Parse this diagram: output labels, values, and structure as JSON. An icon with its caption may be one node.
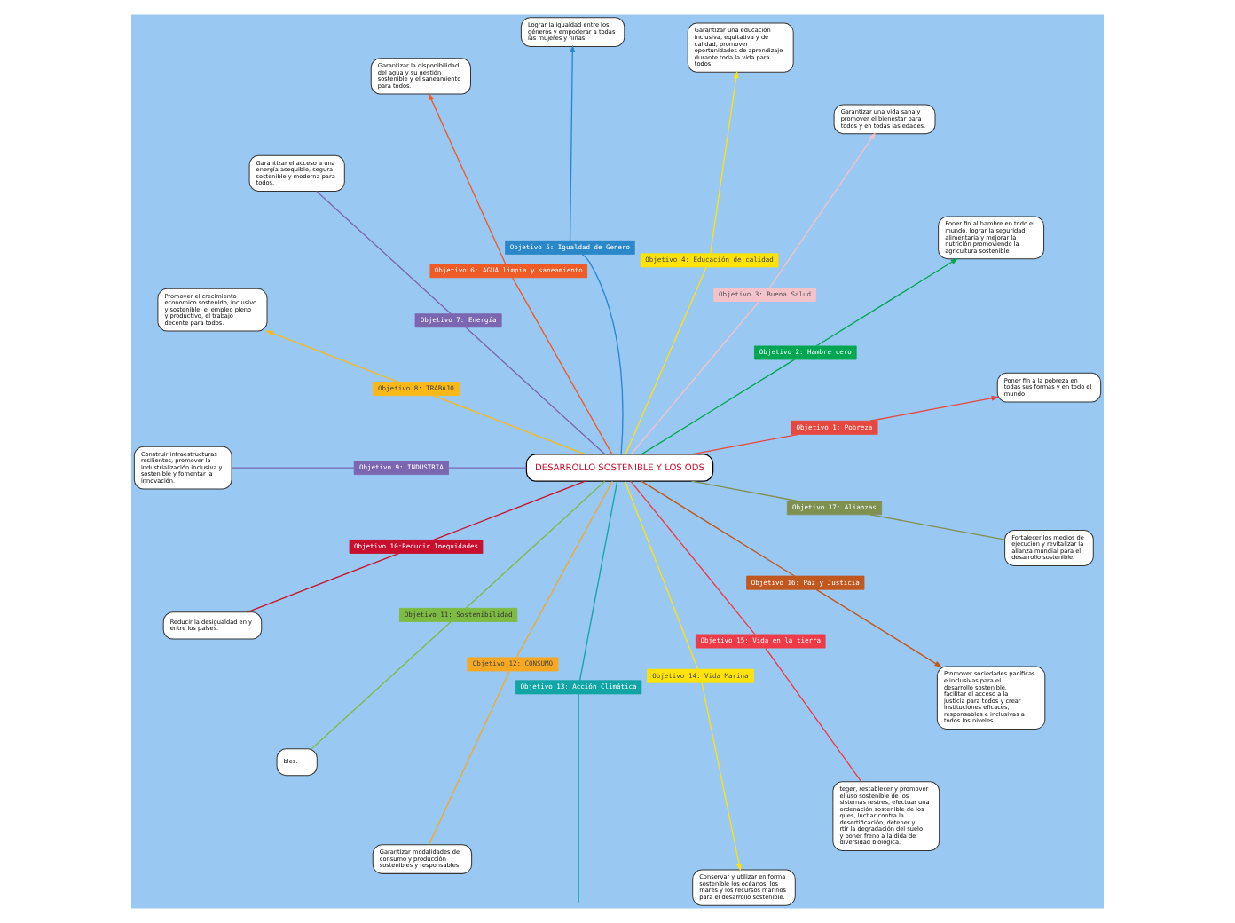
{
  "diagram": {
    "nodes": [
      {
        "text": [
          "DESARROLLO SOSTENIBLE Y LOS ODS"
        ]
      },
      {
        "text": [
          "Objetivo 1: Pobreza"
        ]
      },
      {
        "text": [
          "Objetivo 2: Hambre cero"
        ]
      },
      {
        "text": [
          "Objetivo 3: Buena Salud"
        ]
      },
      {
        "text": [
          "Objetivo 4: Educación de calidad"
        ]
      },
      {
        "text": [
          "Objetivo 5: Igualdad de Genero"
        ]
      },
      {
        "text": [
          "Objetivo 6: AGUA limpia y saneamiento"
        ]
      },
      {
        "text": [
          "Objetivo 7: Energía"
        ]
      },
      {
        "text": [
          "Objetivo 8: TRABAJO"
        ]
      },
      {
        "text": [
          "Objetivo 9: INDUSTRIA"
        ]
      },
      {
        "text": [
          "Objetivo 10:Reducir Inequidades"
        ]
      },
      {
        "text": [
          "Objetivo 11: Sostenibilidad"
        ]
      },
      {
        "text": [
          "Objetivo 12: CONSUMO"
        ]
      },
      {
        "text": [
          "Objetivo 13: Acción Climática"
        ]
      },
      {
        "text": [
          "Objetivo 14: Vida Marina"
        ]
      },
      {
        "text": [
          "Objetivo 15: Vida en la tierra"
        ]
      },
      {
        "text": [
          "Objetivo 16: Paz y Justicia"
        ]
      },
      {
        "text": [
          "Objetivo 17: Alianzas"
        ]
      },
      {
        "text": [
          "Poner fin a la pobreza en todas sus formas y en todo el mundo"
        ]
      },
      {
        "text": [
          "Poner fin al hambre en todo el mundo, lograr la seguridad alimentaria y mejorar la nutrición promoviendo la agricultura sostenible"
        ]
      },
      {
        "text": [
          "Garantizar una vida sana y promover el bienestar para todos y en todas las edades."
        ]
      },
      {
        "text": [
          "Garantizar una educación inclusiva, equitativa y de calidad, promover oportunidades de aprendizaje durante toda la vida para todos."
        ]
      },
      {
        "text": [
          "Lograr la igualdad entre los géneros y empoderar a todas las mujeres y niñas."
        ]
      },
      {
        "text": [
          "Garantizar la disponibilidad del agua y su gestión sostenible y el saneamiento para todos."
        ]
      },
      {
        "text": [
          "Garantizar el acceso a una energía asequible, segura sostenible y moderna para todos."
        ]
      },
      {
        "text": [
          "Promover el crecimiento economico sostenido, inclusivo y sostenible, el empleo pleno y productivo, el trabajo decente para todos."
        ]
      },
      {
        "text": [
          "Construir infraestructuras resilientes, promover la industrialización inclusiva y sostenible y fomentar la innovación."
        ]
      },
      {
        "text": [
          "Reducir la desigualdad en y entre los países."
        ]
      },
      {
        "text": [
          "bles."
        ]
      },
      {
        "text": [
          "Garantizar modalidades de consumo y producción sostenibles y responsables."
        ]
      },
      {
        "text": [
          "Conservar y utilizar en forma sostenible los océanos, los mares y los recursos marinos para el desarrollo sostenible."
        ]
      },
      {
        "text": [
          "teger, restablecer y promover el uso sostenible de los sistemas restres, efectuar una ordenación sostenible de los ques, luchar contra la desertificación, detener y rtir la degradación del suelo y poner freno a la dida de diversidad biológica."
        ]
      },
      {
        "text": [
          "Promover sociedades pacíficas e inclusivas para el desarrollo sostenible, facilitar el acceso a la justicia para todos y crear instituciones eficaces, responsables e inclusivas a todos los niveles."
        ]
      },
      {
        "text": [
          "Fortalecer los medios de ejecución y revitalizar la alianza mundial para el desarrollo sostenible."
        ]
      }
    ],
    "edges": [
      {
        "from": 0,
        "to": 1,
        "arrow": "none",
        "color": "#e8473f"
      },
      {
        "from": 1,
        "to": 18,
        "arrow": "to",
        "color": "#e8473f"
      },
      {
        "from": 0,
        "to": 2,
        "arrow": "none",
        "color": "#00a651"
      },
      {
        "from": 2,
        "to": 19,
        "arrow": "to",
        "color": "#00a651"
      },
      {
        "from": 0,
        "to": 3,
        "arrow": "none",
        "color": "#f4c2c9"
      },
      {
        "from": 3,
        "to": 20,
        "arrow": "to",
        "color": "#f4c2c9"
      },
      {
        "from": 0,
        "to": 4,
        "arrow": "none",
        "color": "#ffe20a"
      },
      {
        "from": 4,
        "to": 21,
        "arrow": "to",
        "color": "#ffe20a"
      },
      {
        "from": 0,
        "to": 5,
        "arrow": "none",
        "color": "#2b88c8"
      },
      {
        "from": 5,
        "to": 22,
        "arrow": "to",
        "color": "#2b88c8"
      },
      {
        "from": 0,
        "to": 6,
        "arrow": "none",
        "color": "#f05a24"
      },
      {
        "from": 6,
        "to": 23,
        "arrow": "to",
        "color": "#f05a24"
      },
      {
        "from": 0,
        "to": 7,
        "arrow": "none",
        "color": "#7b66b0"
      },
      {
        "from": 7,
        "to": 24,
        "arrow": "none",
        "color": "#7b66b0"
      },
      {
        "from": 0,
        "to": 8,
        "arrow": "none",
        "color": "#fbb917"
      },
      {
        "from": 8,
        "to": 25,
        "arrow": "to",
        "color": "#fbb917"
      },
      {
        "from": 0,
        "to": 9,
        "arrow": "none",
        "color": "#7b66b0"
      },
      {
        "from": 9,
        "to": 26,
        "arrow": "none",
        "color": "#7b66b0"
      },
      {
        "from": 0,
        "to": 10,
        "arrow": "none",
        "color": "#c8102e"
      },
      {
        "from": 10,
        "to": 27,
        "arrow": "none",
        "color": "#c8102e"
      },
      {
        "from": 0,
        "to": 11,
        "arrow": "none",
        "color": "#7dbb42"
      },
      {
        "from": 11,
        "to": 28,
        "arrow": "none",
        "color": "#7dbb42"
      },
      {
        "from": 0,
        "to": 12,
        "arrow": "none",
        "color": "#f7a823"
      },
      {
        "from": 12,
        "to": 29,
        "arrow": "none",
        "color": "#f7a823"
      },
      {
        "from": 0,
        "to": 13,
        "arrow": "none",
        "color": "#12a5a5"
      },
      {
        "from": 13,
        "to": null,
        "arrow": "none",
        "color": "#12a5a5"
      },
      {
        "from": 0,
        "to": 14,
        "arrow": "none",
        "color": "#ffe20a"
      },
      {
        "from": 14,
        "to": 30,
        "arrow": "to",
        "color": "#ffe20a"
      },
      {
        "from": 0,
        "to": 15,
        "arrow": "none",
        "color": "#ef3b47"
      },
      {
        "from": 15,
        "to": 31,
        "arrow": "none",
        "color": "#ef3b47"
      },
      {
        "from": 0,
        "to": 16,
        "arrow": "none",
        "color": "#c0581f"
      },
      {
        "from": 16,
        "to": 32,
        "arrow": "to",
        "color": "#c0581f"
      },
      {
        "from": 0,
        "to": 17,
        "arrow": "none",
        "color": "#7f9150"
      },
      {
        "from": 17,
        "to": 33,
        "arrow": "none",
        "color": "#7f9150"
      }
    ]
  }
}
